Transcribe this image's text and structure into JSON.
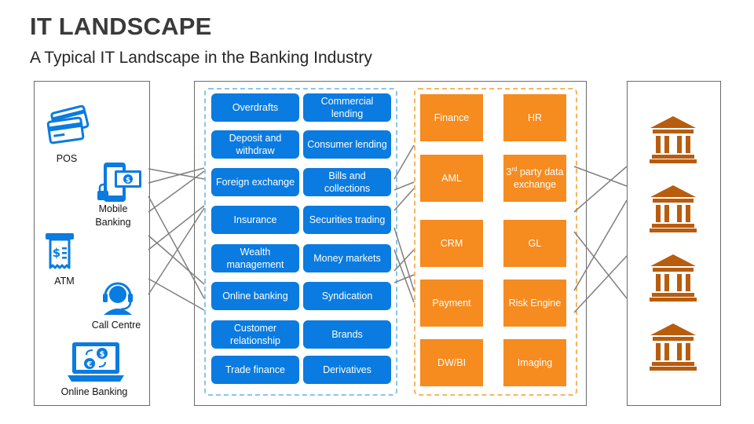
{
  "title": "IT LANDSCAPE",
  "subtitle": "A Typical IT Landscape in the Banking Industry",
  "channels": [
    {
      "label": "POS"
    },
    {
      "label": "Mobile\nBanking"
    },
    {
      "label": "ATM"
    },
    {
      "label": "Call Centre"
    },
    {
      "label": "Online Banking"
    }
  ],
  "products": [
    "Overdrafts",
    "Commercial lending",
    "Deposit and withdraw",
    "Consumer lending",
    "Foreign exchange",
    "Bills and collections",
    "Insurance",
    "Securities trading",
    "Wealth management",
    "Money markets",
    "Online banking",
    "Syndication",
    "Customer relationship",
    "Brands",
    "Trade finance",
    "Derivatives"
  ],
  "systems": {
    "finance": "Finance",
    "hr": "HR",
    "aml": "AML",
    "third_party_pre": "3",
    "third_party_sup": "rd",
    "third_party_post": " party data exchange",
    "crm": "CRM",
    "gl": "GL",
    "payment": "Payment",
    "risk": "Risk Engine",
    "dwbi": "DW/BI",
    "imaging": "Imaging"
  },
  "colors": {
    "product_blue": "#0a7be0",
    "system_orange": "#f68b1f",
    "bank_brown": "#b85c0e",
    "icon_blue": "#0a7be0",
    "connector_gray": "#7f7f7f"
  },
  "icons": [
    "credit-cards-icon",
    "mobile-money-icon",
    "atm-icon",
    "headset-icon",
    "laptop-currency-icon",
    "bank-building-icon"
  ]
}
